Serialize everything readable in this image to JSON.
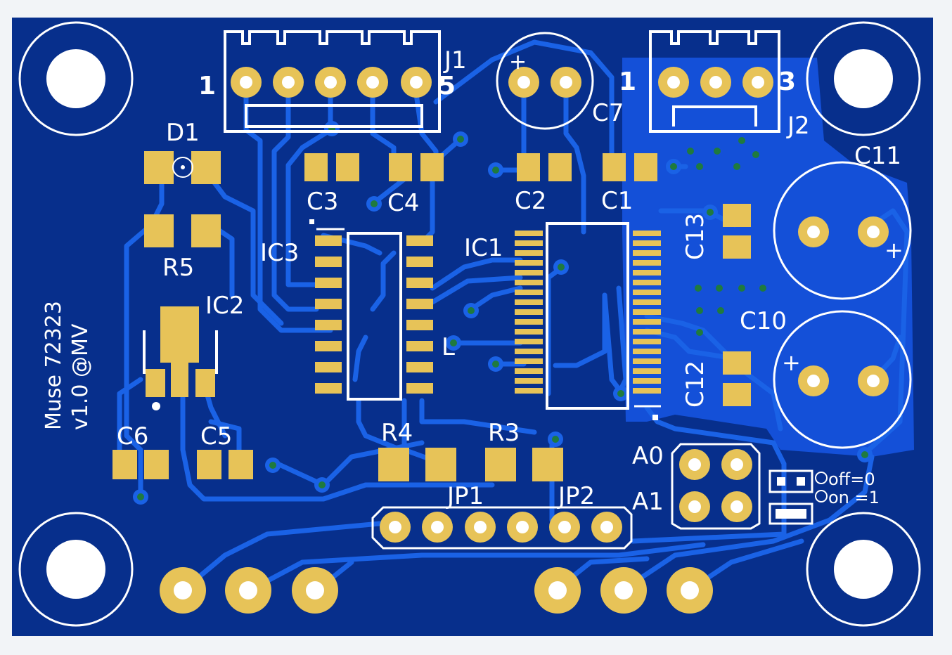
{
  "colors": {
    "background": "#f2f4f7",
    "board": "#072f8c",
    "copper_pour": "#1450d8",
    "trace": "#1a62e6",
    "pad": "#e7c358",
    "silkscreen": "#ffffff",
    "via": "#1f7a3e",
    "drill": "#ffffff"
  },
  "labels": {
    "j1": "J1",
    "j1_pin_first": "1",
    "j1_pin_last": "5",
    "j2": "J2",
    "j2_pin_first": "1",
    "j2_pin_last": "3",
    "c7": "C7",
    "c7_plus": "+",
    "d1": "D1",
    "r5": "R5",
    "ic2": "IC2",
    "ic3": "IC3",
    "ic1": "IC1",
    "c3": "C3",
    "c4": "C4",
    "c2": "C2",
    "c1": "C1",
    "c13": "C13",
    "c12": "C12",
    "c11": "C11",
    "c11_plus": "+",
    "c10": "C10",
    "c10_plus": "+",
    "l": "L",
    "c6": "C6",
    "c5": "C5",
    "r4": "R4",
    "r3": "R3",
    "jp1": "JP1",
    "jp2": "JP2",
    "a0": "A0",
    "a1": "A1",
    "off_legend": "off=0",
    "on_legend": "on =1",
    "board_name": "Muse 72323",
    "board_version": "v1.0 @MV"
  }
}
